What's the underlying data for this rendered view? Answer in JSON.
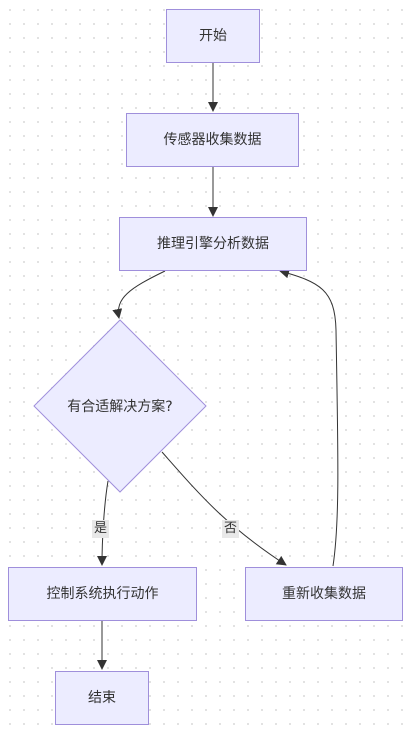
{
  "diagram": {
    "nodes": {
      "start": "开始",
      "collect": "传感器收集数据",
      "analyze": "推理引擎分析数据",
      "decision": "有合适解决方案?",
      "execute": "控制系统执行动作",
      "recollect": "重新收集数据",
      "end": "结束"
    },
    "edge_labels": {
      "yes": "是",
      "no": "否"
    }
  },
  "colors": {
    "node_fill": "#ececff",
    "node_border": "#9f8fdb",
    "edge": "#333333",
    "label_bg": "#e8e8e8"
  }
}
